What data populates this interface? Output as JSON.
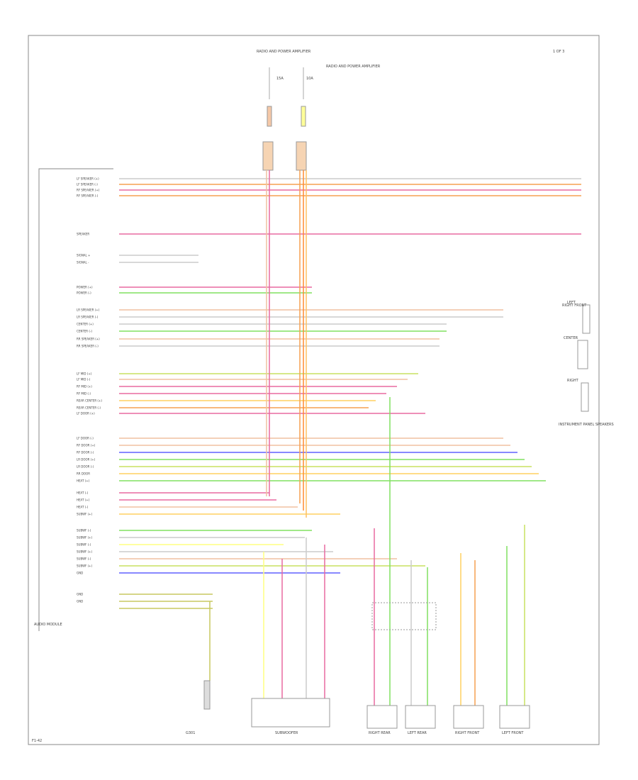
{
  "top_module": "RADIO AND POWER AMPLIFIER",
  "page_ref": "1 OF 3",
  "power_labels": [
    "15A",
    "10A"
  ],
  "left_module": "AUDIO MODULE",
  "pin_labels": [
    "LF SPEAKER (+)",
    "LF SPEAKER (-)",
    "RF SPEAKER (+)",
    "RF SPEAKER (-)",
    "SPEAKER",
    "SIGNAL +",
    "SIGNAL -",
    "POWER (+)",
    "POWER (-)",
    "LR SPEAKER (+)",
    "LR SPEAKER (-)",
    "CENTER (+)",
    "CENTER (-)",
    "RR SPEAKER (+)",
    "RR SPEAKER (-)",
    "LF MID (+)",
    "LF MID (-)",
    "RF MID (+)",
    "RF MID (-)",
    "REAR CENTER (+)",
    "REAR CENTER (-)",
    "LF DOOR (+)",
    "LF DOOR (-)",
    "RF DOOR (+)",
    "RF DOOR (-)",
    "LR DOOR (+)",
    "LR DOOR (-)",
    "RR DOOR",
    "HEAT (+)",
    "HEAT (-)",
    "HEAT (+)",
    "HEAT (-)",
    "SUBWF (+)",
    "SUBWF (-)",
    "SUBWF (+)",
    "SUBWF (-)",
    "SUBWF (+)",
    "SUBWF (-)",
    "SUBWF (+)",
    "GND",
    "GND",
    "GND"
  ],
  "side_note": "RIGHT FRONT",
  "right_components": [
    "LEFT",
    "CENTER",
    "RIGHT"
  ],
  "right_module": "INSTRUMENT PANEL SPEAKERS",
  "ground_label": "G301",
  "sub_label": "SUBWOOFER",
  "bottom_speakers": [
    "RIGHT REAR",
    "LEFT REAR",
    "RIGHT FRONT",
    "LEFT FRONT"
  ],
  "footer_code": "F1-42"
}
